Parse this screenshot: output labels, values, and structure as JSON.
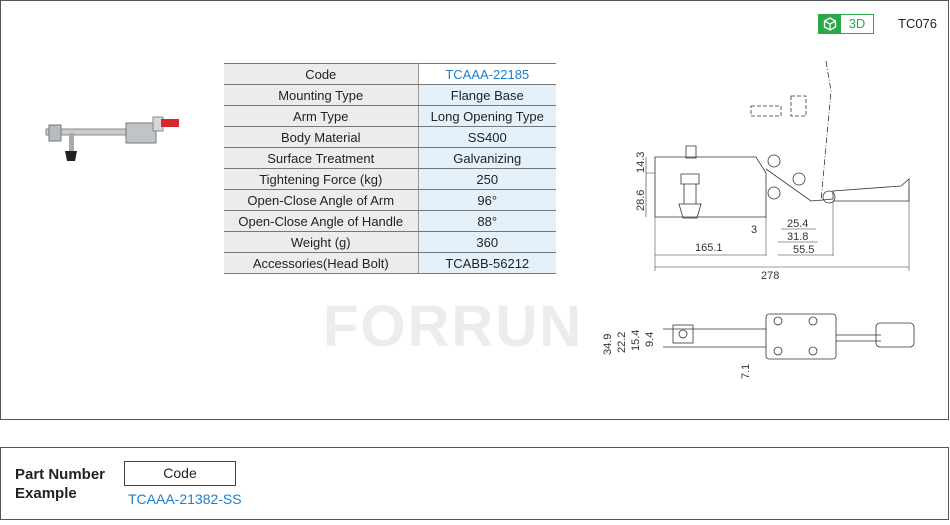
{
  "header": {
    "badge_3d": "3D",
    "model_code": "TC076"
  },
  "watermark": "FORRUN",
  "specs": [
    {
      "label": "Code",
      "value": "TCAAA-22185"
    },
    {
      "label": "Mounting Type",
      "value": "Flange Base"
    },
    {
      "label": "Arm Type",
      "value": "Long Opening Type"
    },
    {
      "label": "Body Material",
      "value": "SS400"
    },
    {
      "label": "Surface Treatment",
      "value": "Galvanizing"
    },
    {
      "label": "Tightening Force (kg)",
      "value": "250"
    },
    {
      "label": "Open-Close Angle of Arm",
      "value": "96°"
    },
    {
      "label": "Open-Close  Angle of Handle",
      "value": "88°"
    },
    {
      "label": "Weight (g)",
      "value": "360"
    },
    {
      "label": "Accessories(Head Bolt)",
      "value": "TCABB-56212"
    }
  ],
  "drawing": {
    "dims": {
      "d1": "14.3",
      "d2": "28.6",
      "d3": "3",
      "d4": "25.4",
      "d5": "31.8",
      "d6": "55.5",
      "d7": "165.1",
      "d8": "278",
      "d9": "34.9",
      "d10": "22.2",
      "d11": "15.4",
      "d12": "9.4",
      "d13": "7.1"
    }
  },
  "part_number": {
    "label_line1": "Part Number",
    "label_line2": "Example",
    "code_header": "Code",
    "code_value": "TCAAA-21382-SS"
  },
  "colors": {
    "accent": "#2aa84a",
    "link": "#1a7fd0"
  }
}
